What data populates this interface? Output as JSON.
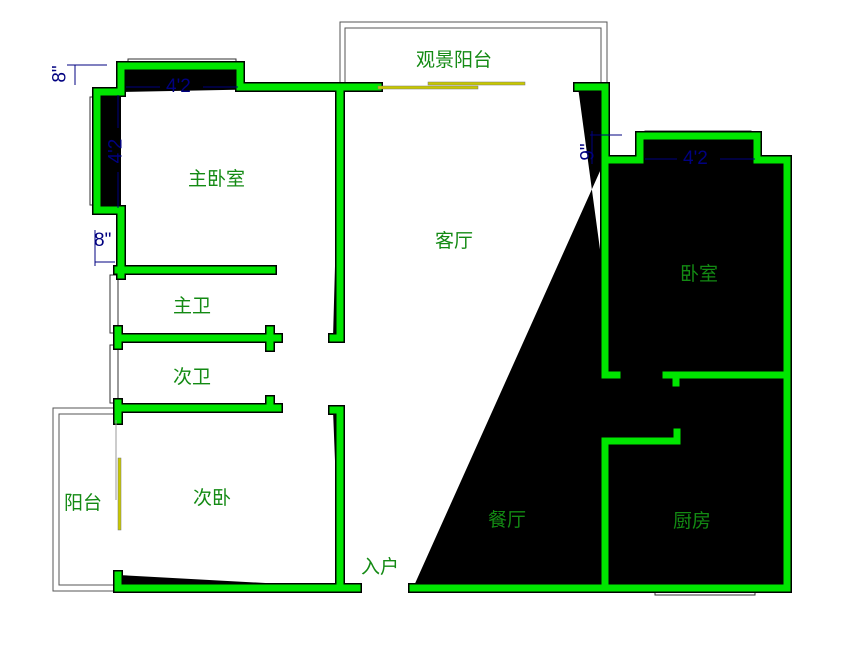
{
  "rooms": {
    "viewing_balcony": "观景阳台",
    "master_bedroom": "主卧室",
    "living_room": "客厅",
    "bedroom": "卧室",
    "master_bath": "主卫",
    "second_bath": "次卫",
    "second_bedroom": "次卧",
    "balcony": "阳台",
    "dining_room": "餐厅",
    "kitchen": "厨房",
    "entrance": "入户"
  },
  "dimensions": {
    "master_top_window": "4'2",
    "master_side_window": "4'2",
    "master_top_offset": "8\"",
    "master_side_offset": "8\"",
    "bedroom_window": "4'2",
    "bedroom_offset": "9\""
  },
  "colors": {
    "wall": "#00e600",
    "label": "#138a13",
    "dimension": "#000080",
    "door": "#c8c800"
  }
}
